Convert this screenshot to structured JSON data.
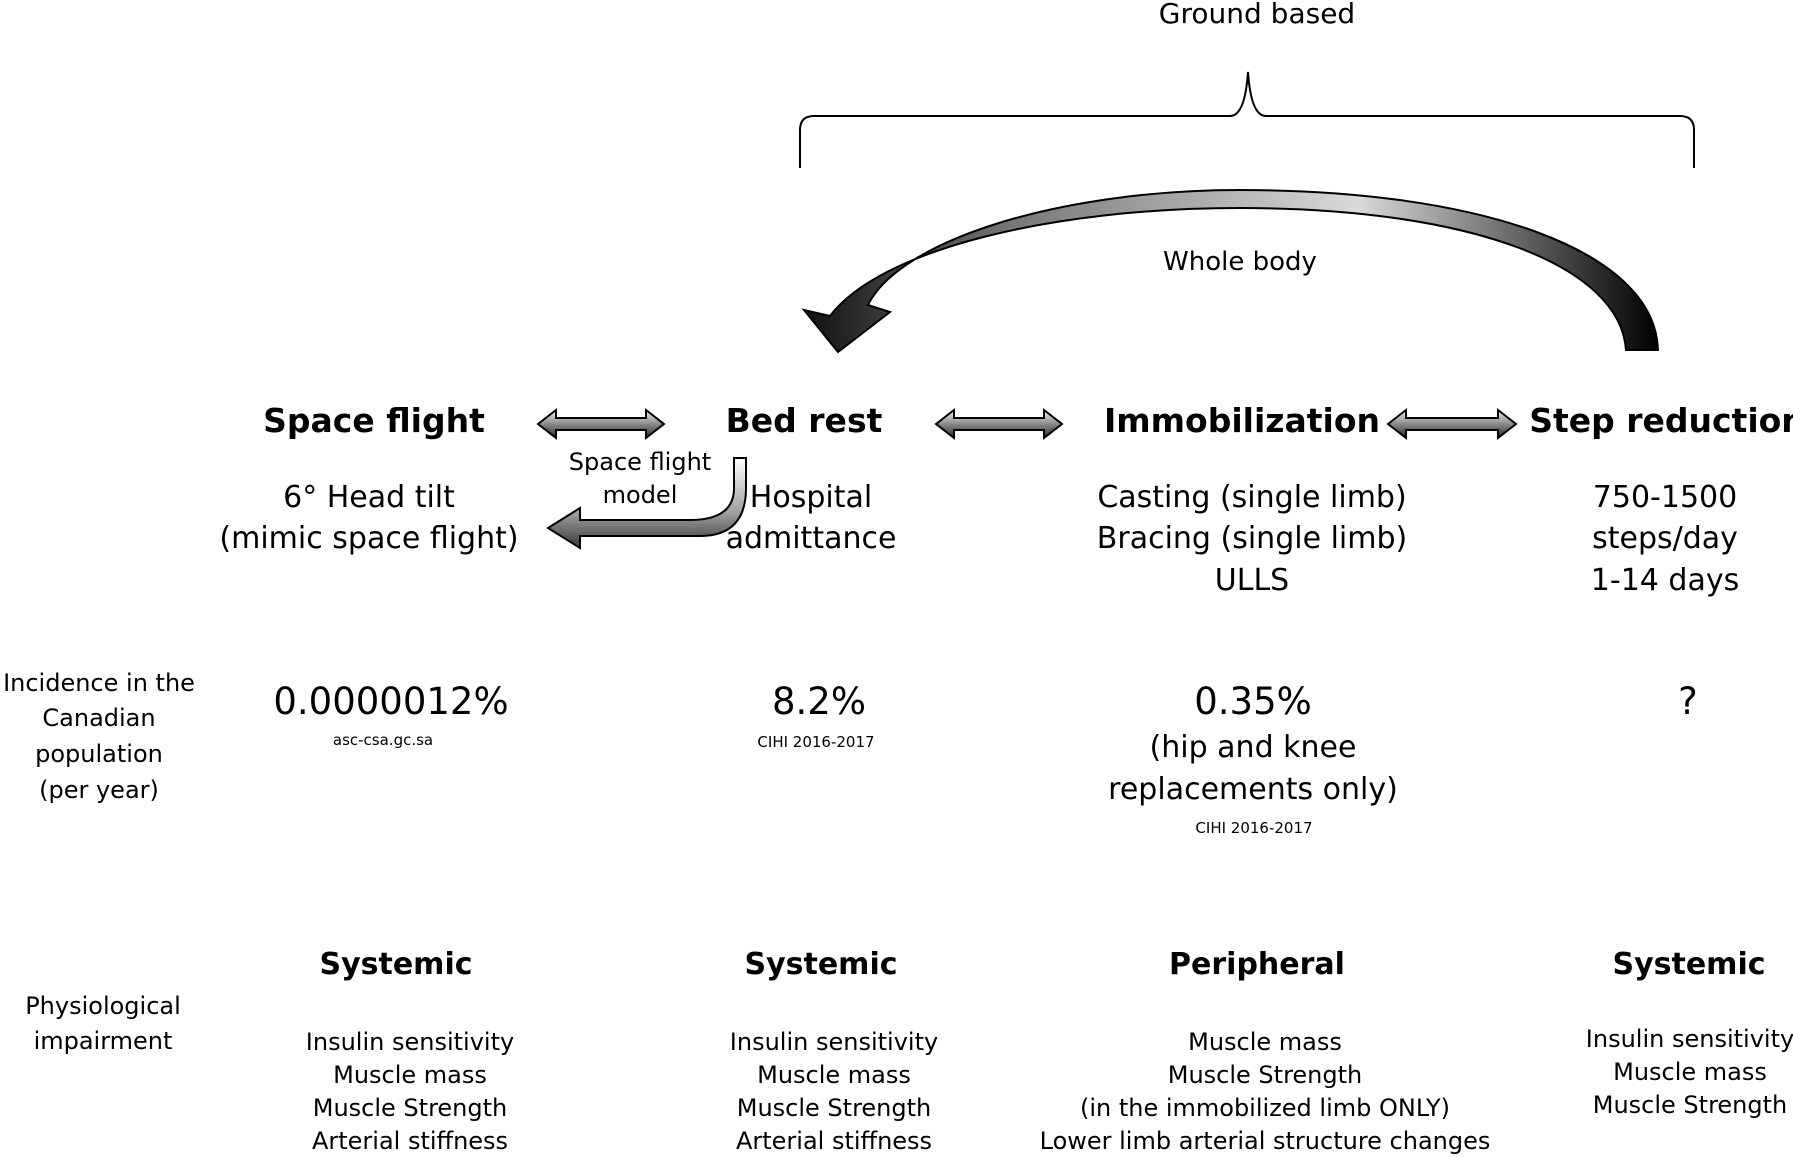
{
  "ground_based": "Ground based",
  "whole_body": "Whole body",
  "space_flight_model": [
    "Space flight",
    "model"
  ],
  "row_labels": {
    "incidence": [
      "Incidence in the",
      "Canadian",
      "population",
      "(per year)"
    ],
    "impairment": [
      "Physiological",
      "impairment"
    ]
  },
  "columns": [
    {
      "title": "Space flight",
      "details": [
        "6° Head tilt",
        "(mimic space flight)"
      ],
      "incidence": "0.0000012%",
      "incidence_note": [],
      "source": "asc-csa.gc.sa",
      "impairment_type": "Systemic",
      "impairments": [
        "Insulin sensitivity",
        "Muscle mass",
        "Muscle Strength",
        "Arterial stiffness"
      ]
    },
    {
      "title": "Bed rest",
      "details": [
        "Hospital",
        "admittance"
      ],
      "incidence": "8.2%",
      "incidence_note": [],
      "source": "CIHI 2016-2017",
      "impairment_type": "Systemic",
      "impairments": [
        "Insulin sensitivity",
        "Muscle mass",
        "Muscle Strength",
        "Arterial stiffness"
      ]
    },
    {
      "title": "Immobilization",
      "details": [
        "Casting (single limb)",
        "Bracing (single limb)",
        "ULLS"
      ],
      "incidence": "0.35%",
      "incidence_note": [
        "(hip and knee",
        "replacements only)"
      ],
      "source": "CIHI 2016-2017",
      "impairment_type": "Peripheral",
      "impairments": [
        "Muscle mass",
        "Muscle Strength",
        "(in the immobilized limb ONLY)",
        "Lower limb arterial structure changes"
      ]
    },
    {
      "title": "Step reduction",
      "details": [
        "750-1500",
        "steps/day",
        "1-14 days"
      ],
      "incidence": "?",
      "incidence_note": [],
      "source": "",
      "impairment_type": "Systemic",
      "impairments": [
        "Insulin sensitivity",
        "Muscle mass",
        "Muscle Strength"
      ]
    }
  ]
}
